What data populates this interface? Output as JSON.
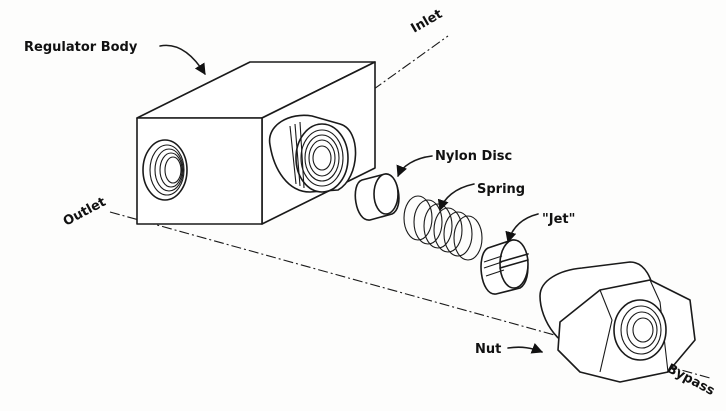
{
  "diagram": {
    "labels": {
      "regulator_body": "Regulator Body",
      "inlet": "Inlet",
      "outlet": "Outlet",
      "nylon_disc": "Nylon Disc",
      "spring": "Spring",
      "jet": "\"Jet\"",
      "nut": "Nut",
      "bypass": "Bypass"
    },
    "colors": {
      "ink": "#111111",
      "paper": "#fdfdfc"
    }
  }
}
